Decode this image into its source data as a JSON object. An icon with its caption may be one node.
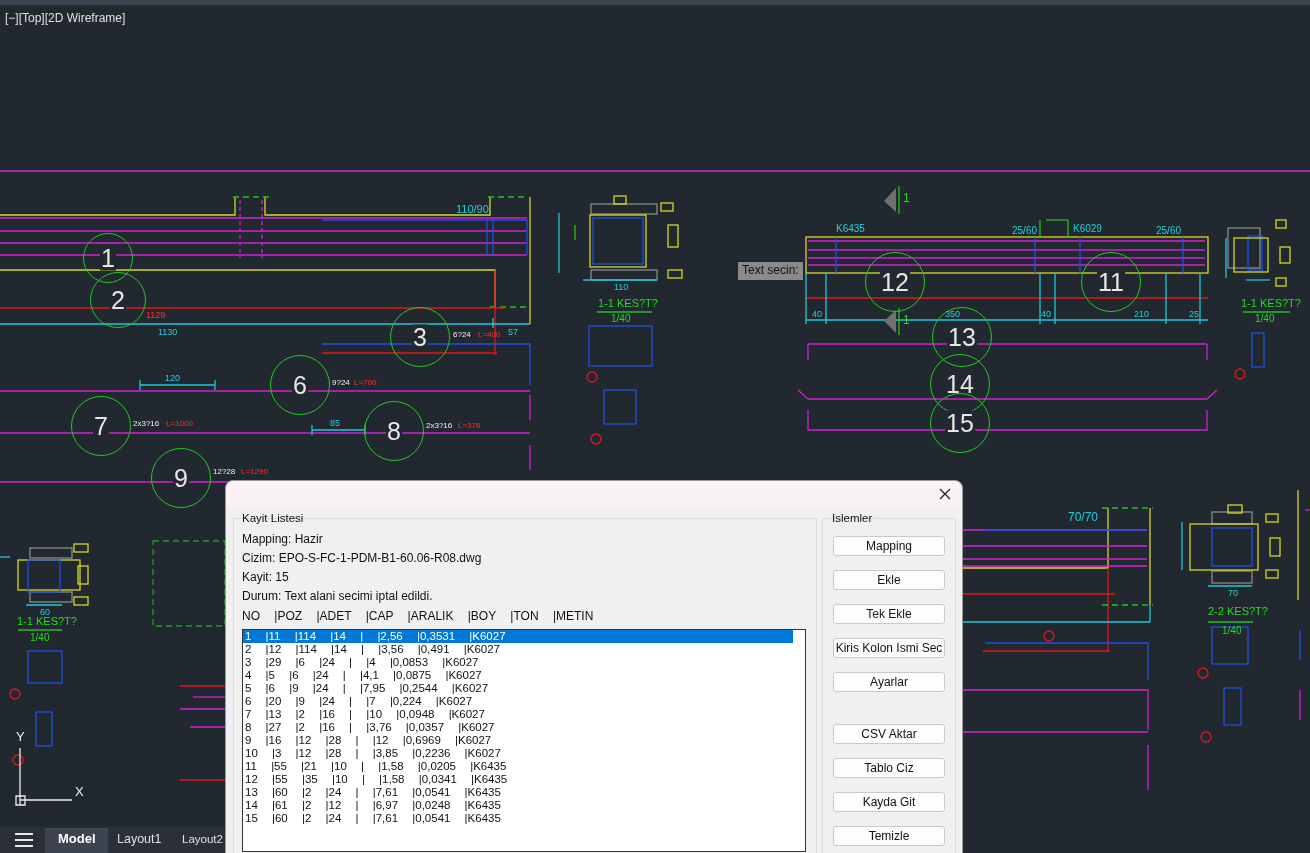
{
  "diagram": {
    "nodes": [
      {
        "text": [
          "1"
        ]
      },
      {
        "text": [
          "2"
        ]
      },
      {
        "text": [
          "12"
        ]
      },
      {
        "text": [
          "11"
        ]
      },
      {
        "text": [
          "3"
        ]
      },
      {
        "text": [
          "13"
        ]
      },
      {
        "text": [
          "6"
        ]
      },
      {
        "text": [
          "14"
        ]
      },
      {
        "text": [
          "7"
        ]
      },
      {
        "text": [
          "8"
        ]
      },
      {
        "text": [
          "15"
        ]
      },
      {
        "text": [
          "9"
        ]
      }
    ],
    "labels": [
      "[−][Top][2D Wireframe]",
      "110/90",
      "1130",
      "57",
      "120",
      "85",
      "1129",
      "K6435",
      "25/60",
      "K6029",
      "25/60",
      "40",
      "350",
      "40",
      "210",
      "25",
      "110",
      "1-1 KES?T?",
      "1/40",
      "1-1 KES?T?",
      "1/40",
      "60",
      "1-1 KES?T?",
      "1/40",
      "70/70",
      "70",
      "2-2 KES?T?",
      "1/40",
      "6?24",
      "L=400",
      "9?24",
      "L=700",
      "2x3?16",
      "L=1000",
      "2x3?16",
      "L=376",
      "12?28",
      "L=1290",
      "1",
      "1",
      "Y",
      "X",
      "Text secin:",
      "Kayit Listesi",
      "Mapping: Hazir",
      "Cizim: EPO-S-FC-1-PDM-B1-60.06-R08.dwg",
      "Kayit: 15",
      "Durum: Text alani secimi iptal edildi.",
      "NO |POZ |ADET |CAP |ARALIK |BOY |TON |METIN",
      "1 |11 |114 |14 | |2,56 |0,3531 |K6027",
      "2 |12 |114 |14 | |3,56 |0,491 |K6027",
      "3 |29 |6 |24 | |4 |0,0853 |K6027",
      "4 |5 |6 |24 | |4,1 |0,0875 |K6027",
      "5 |6 |9 |24 | |7,95 |0,2544 |K6027",
      "6 |20 |9 |24 | |7 |0,224 |K6027",
      "7 |13 |2 |16 | |10 |0,0948 |K6027",
      "8 |27 |2 |16 | |3,76 |0,0357 |K6027",
      "9 |16 |12 |28 | |12 |0,6969 |K6027",
      "10 |3 |12 |28 | |3,85 |0,2236 |K6027",
      "11 |55 |21 |10 | |1,58 |0,0205 |K6435",
      "12 |55 |35 |10 | |1,58 |0,0341 |K6435",
      "13 |60 |2 |24 | |7,61 |0,0541 |K6435",
      "14 |61 |2 |12 | |6,97 |0,0248 |K6435",
      "15 |60 |2 |24 | |7,61 |0,0541 |K6435",
      "Islemler",
      "Mapping",
      "Ekle",
      "Tek Ekle",
      "Kiris Kolon Ismi Sec",
      "Ayarlar",
      "CSV Aktar",
      "Tablo Ciz",
      "Kayda Git",
      "Model",
      "Layout1",
      "Layout2",
      "Temizle"
    ]
  }
}
